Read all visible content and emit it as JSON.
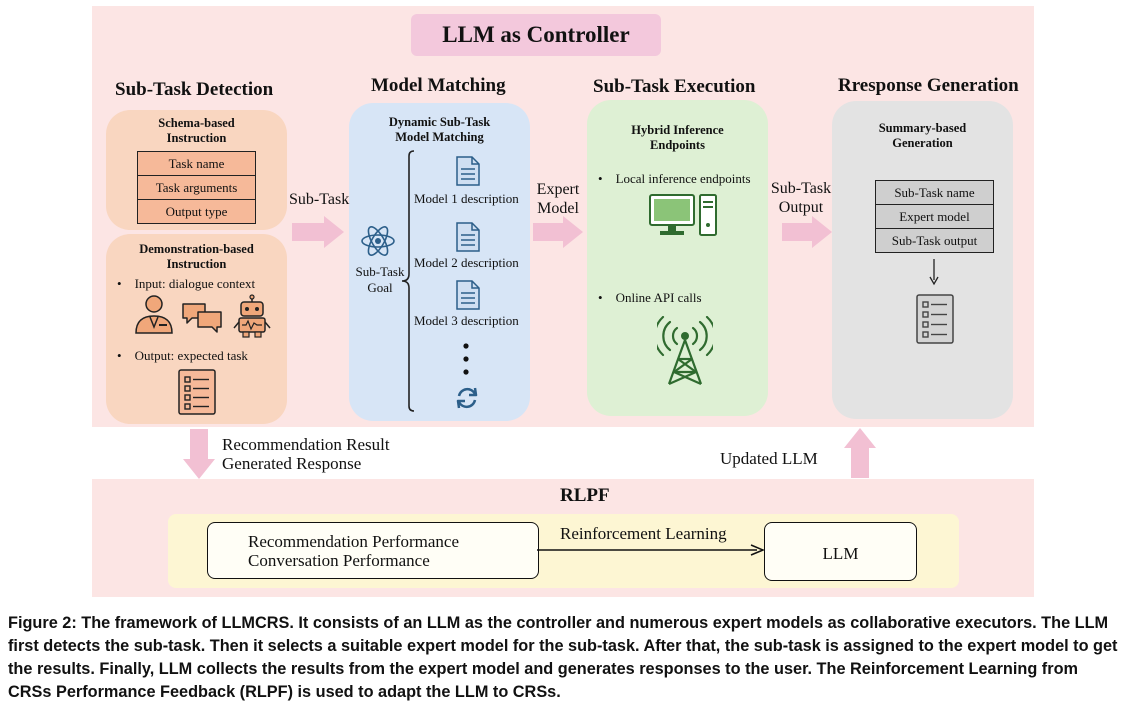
{
  "title": "LLM as Controller",
  "columns": {
    "detection": "Sub-Task Detection",
    "matching": "Model Matching",
    "execution": "Sub-Task Execution",
    "response": "Rresponse Generation"
  },
  "schema": {
    "title_line1": "Schema-based",
    "title_line2": "Instruction",
    "rows": [
      "Task name",
      "Task arguments",
      "Output type"
    ]
  },
  "demo": {
    "title_line1": "Demonstration-based",
    "title_line2": "Instruction",
    "input": "Input: dialogue context",
    "output": "Output: expected task"
  },
  "matching": {
    "title_line1": "Dynamic Sub-Task",
    "title_line2": "Model Matching",
    "goal_line1": "Sub-Task",
    "goal_line2": "Goal",
    "models": [
      "Model 1 description",
      "Model 2 description",
      "Model 3 description"
    ]
  },
  "execution": {
    "title_line1": "Hybrid Inference",
    "title_line2": "Endpoints",
    "local": "Local inference endpoints",
    "online": "Online API calls"
  },
  "response": {
    "title_line1": "Summary-based",
    "title_line2": "Generation",
    "rows": [
      "Sub-Task name",
      "Expert model",
      "Sub-Task output"
    ]
  },
  "arrows": {
    "subtask": "Sub-Task",
    "expert_line1": "Expert",
    "expert_line2": "Model",
    "output_line1": "Sub-Task",
    "output_line2": "Output",
    "down_line1": "Recommendation Result",
    "down_line2": "Generated Response",
    "up": "Updated LLM"
  },
  "rlpf": {
    "title": "RLPF",
    "left_line1": "Recommendation Performance",
    "left_line2": "Conversation Performance",
    "edge": "Reinforcement Learning",
    "right": "LLM"
  },
  "caption": "Figure 2: The framework of LLMCRS. It consists of an LLM as the controller and numerous expert models as collaborative executors. The LLM first detects the sub-task. Then it selects a suitable expert model for the sub-task. After that, the sub-task is assigned to the expert model to get the results. Finally, LLM collects the results from the expert model and generates responses to the user. The Reinforcement Learning from CRSs Performance Feedback (RLPF) is used to adapt the LLM to CRSs.",
  "colors": {
    "background": "#fce5e4",
    "title_box": "#f3c8dc",
    "detection_panel": "#f9d6c0",
    "matching_panel": "#d7e5f6",
    "execution_panel": "#def0d4",
    "response_panel": "#e3e3e3",
    "rlpf_inner": "#fdf6d3",
    "arrow": "#f2c0d3"
  }
}
